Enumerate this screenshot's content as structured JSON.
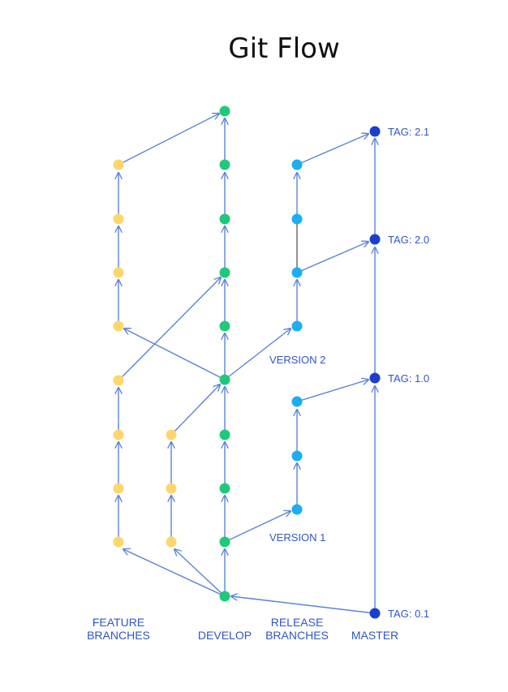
{
  "title": "Git Flow",
  "colors": {
    "arrow": "#5b82d8",
    "feature": "#ffd66b",
    "develop": "#1fc97a",
    "release": "#1aaef2",
    "master": "#1a3fd0",
    "label": "#2f55c9"
  },
  "tags": {
    "t21": "TAG: 2.1",
    "t20": "TAG: 2.0",
    "t10": "TAG: 1.0",
    "t01": "TAG: 0.1"
  },
  "versions": {
    "v2": "VERSION 2",
    "v1": "VERSION 1"
  },
  "columns": {
    "feature": [
      "FEATURE",
      "BRANCHES"
    ],
    "develop": "DEVELOP",
    "release": [
      "RELEASE",
      "BRANCHES"
    ],
    "master": "MASTER"
  }
}
